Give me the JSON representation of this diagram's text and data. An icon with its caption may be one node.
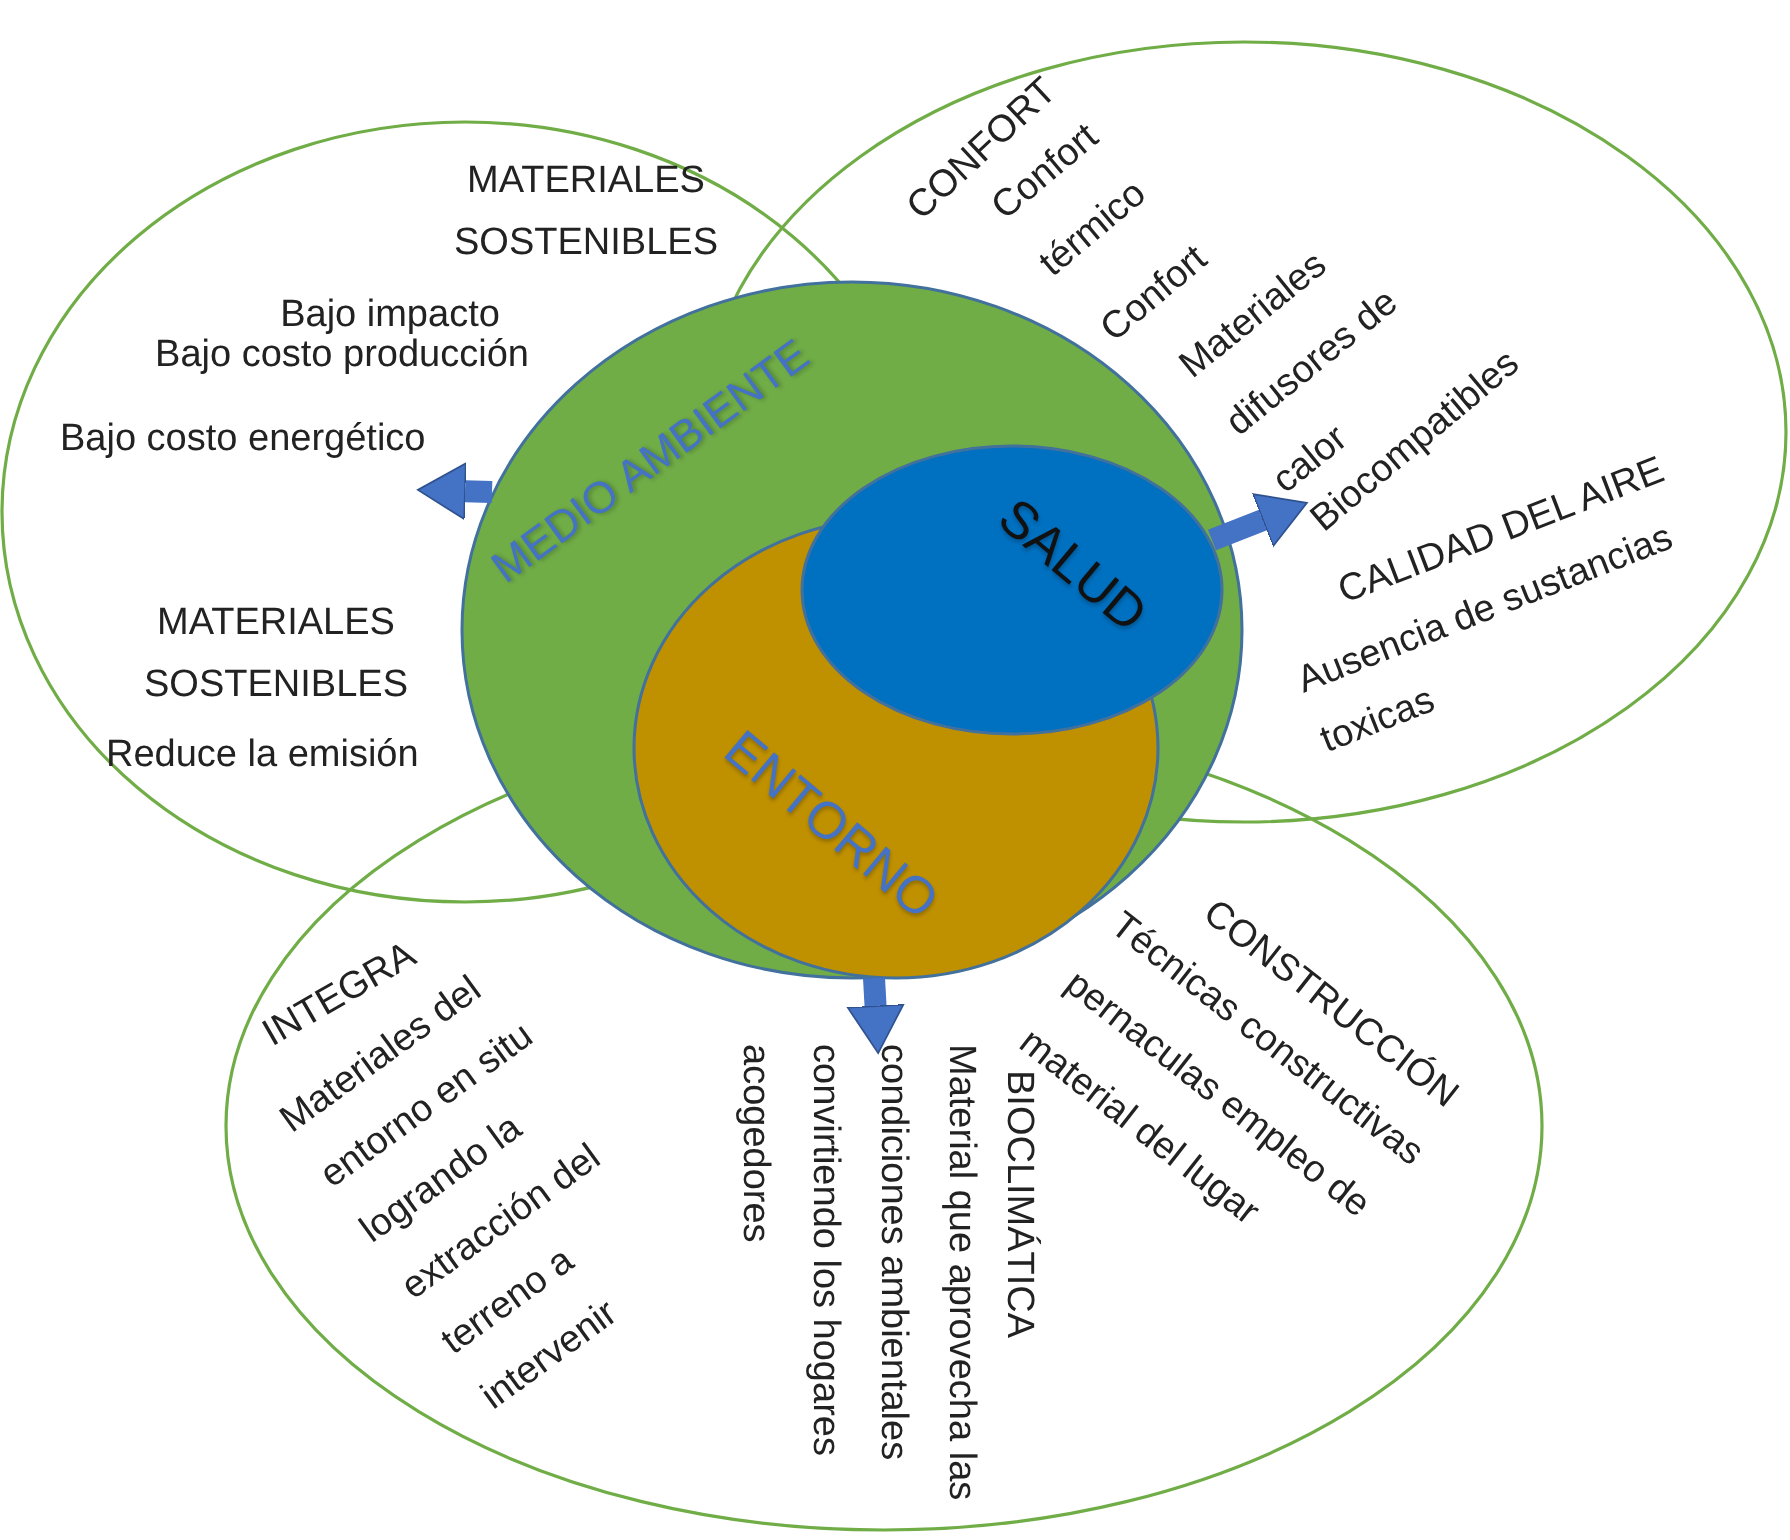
{
  "diagram": {
    "nodes": [
      {
        "text": [
          "MATERIALES SOSTENIBLES",
          "Bajo impacto",
          "Bajo costo producción",
          "Bajo costo energético",
          "MATERIALES SOSTENIBLES",
          "Reduce la emisión"
        ]
      },
      {
        "text": [
          "CONFORT",
          "Confort térmico",
          "Confort",
          "Materiales difusores de calor",
          "Biocompatibles",
          "CALIDAD DEL AIRE",
          "Ausencia de sustancias toxicas"
        ]
      },
      {
        "text": [
          "INTEGRA",
          "Materiales del entorno en situ logrando la extracción del terreno a intervenir",
          "BIOCLIMÁTICA",
          "Material que aprovecha las condiciones ambientales convirtiendo los hogares acogedores",
          "CONSTRUCCIÓN",
          "Técnicas constructivas pernaculas empleo de material del lugar"
        ]
      },
      {
        "text": [
          "MEDIO AMBIENTE"
        ]
      },
      {
        "text": [
          "ENTORNO"
        ],
        "in": 3
      },
      {
        "text": [
          "SALUD"
        ]
      }
    ],
    "edges": [
      {
        "from": 3,
        "to": 0,
        "arrow": "to"
      },
      {
        "from": 5,
        "to": 1,
        "arrow": "to"
      },
      {
        "from": 3,
        "to": 2,
        "arrow": "to"
      }
    ]
  }
}
